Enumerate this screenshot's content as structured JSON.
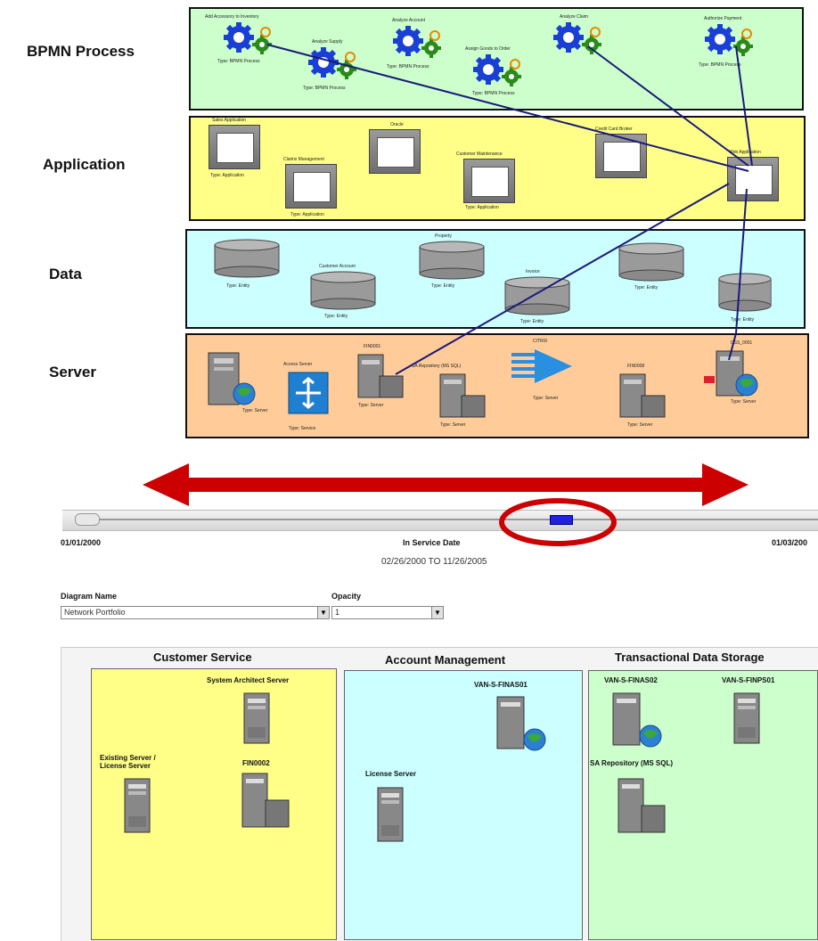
{
  "layers": {
    "bpmn": {
      "label": "BPMN Process",
      "nodes": [
        {
          "title": "Add Accessory to Inventory",
          "type": "Type: BPMN Process"
        },
        {
          "title": "Analyze Supply",
          "type": "Type: BPMN Process"
        },
        {
          "title": "Analyze Account",
          "type": "Type: BPMN Process"
        },
        {
          "title": "Assign Goods to Order",
          "type": "Type: BPMN Process"
        },
        {
          "title": "Analyze Claim",
          "type": "Type: BPMN Process"
        },
        {
          "title": "Authorize Payment",
          "type": "Type: BPMN Process"
        }
      ]
    },
    "application": {
      "label": "Application",
      "nodes": [
        {
          "title": "Sales Application",
          "type": "Type: Application"
        },
        {
          "title": "Claims Management",
          "type": "Type: Application"
        },
        {
          "title": "Oracle",
          "type": "Type: Application"
        },
        {
          "title": "Customer Maintenance",
          "type": "Type: Application"
        },
        {
          "title": "Credit Card Broker",
          "type": "Type: Application"
        },
        {
          "title": "Web Application",
          "type": "Type: Application"
        }
      ]
    },
    "data": {
      "label": "Data",
      "nodes": [
        {
          "title": "",
          "type": "Type: Entity"
        },
        {
          "title": "Customer Account",
          "type": "Type: Entity"
        },
        {
          "title": "Property",
          "type": "Type: Entity"
        },
        {
          "title": "Invoice",
          "type": "Type: Entity"
        },
        {
          "title": "",
          "type": "Type: Entity"
        },
        {
          "title": "",
          "type": "Type: Entity"
        }
      ]
    },
    "server": {
      "label": "Server",
      "nodes": [
        {
          "title": "",
          "type": "Type: Server"
        },
        {
          "title": "Access Server",
          "type": "Type: Service"
        },
        {
          "title": "FIN0001",
          "type": "Type: Server"
        },
        {
          "title": "SA Repository (MS SQL)",
          "type": "Type: Server"
        },
        {
          "title": "CITRIX",
          "type": "Type: Server"
        },
        {
          "title": "FIN0008",
          "type": "Type: Server"
        },
        {
          "title": "DSS_0001",
          "type": "Type: Server"
        }
      ]
    }
  },
  "timeline": {
    "start_label": "01/01/2000",
    "end_label": "01/03/200",
    "center_title": "In Service Date",
    "range_text": "02/26/2000 TO 11/26/2005"
  },
  "controls": {
    "diagram_name_label": "Diagram Name",
    "diagram_name_value": "Network Portfolio",
    "opacity_label": "Opacity",
    "opacity_value": "1"
  },
  "groups": [
    {
      "title": "Customer Service",
      "color": "#ffff88",
      "servers": [
        "System Architect Server",
        "Existing Server / License Server",
        "FIN0002"
      ]
    },
    {
      "title": "Account Management",
      "color": "#ccffff",
      "servers": [
        "VAN-S-FINAS01",
        "License Server"
      ]
    },
    {
      "title": "Transactional Data Storage",
      "color": "#ccffcc",
      "servers": [
        "VAN-S-FINAS02",
        "VAN-S-FINPS01",
        "SA Repository (MS SQL)"
      ]
    }
  ],
  "colors": {
    "bpmn_band": "#ccffcc",
    "app_band": "#ffff88",
    "data_band": "#ccffff",
    "server_band": "#ffcc99",
    "arrow": "#cc0000",
    "link": "#1a1a7a"
  }
}
